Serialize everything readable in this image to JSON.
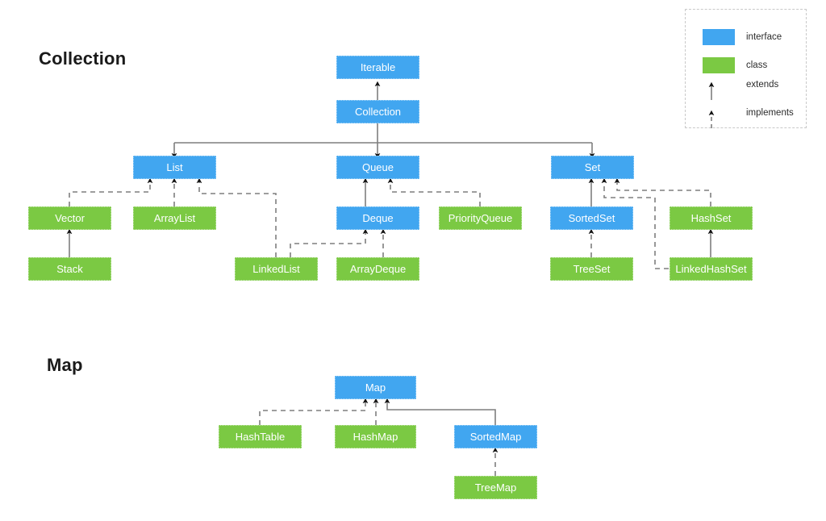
{
  "diagram": {
    "title_collection": "Collection",
    "title_map": "Map"
  },
  "legend": {
    "interface_label": "interface",
    "class_label": "class",
    "extends_label": "extends",
    "implements_label": "implements",
    "interface_color": "#41a6f0",
    "class_color": "#7bc943",
    "edge_color": "#7f7f7f"
  },
  "nodes": {
    "iterable": "Iterable",
    "collection": "Collection",
    "list": "List",
    "queue": "Queue",
    "set": "Set",
    "vector": "Vector",
    "arraylist": "ArrayList",
    "deque": "Deque",
    "priorityqueue": "PriorityQueue",
    "sortedset": "SortedSet",
    "hashset": "HashSet",
    "stack": "Stack",
    "linkedlist": "LinkedList",
    "arraydeque": "ArrayDeque",
    "treeset": "TreeSet",
    "linkedhashset": "LinkedHashSet",
    "map": "Map",
    "hashtable": "HashTable",
    "hashmap": "HashMap",
    "sortedmap": "SortedMap",
    "treemap": "TreeMap"
  },
  "relations": [
    {
      "from": "Collection",
      "to": "Iterable",
      "kind": "extends"
    },
    {
      "from": "List",
      "to": "Collection",
      "kind": "extends"
    },
    {
      "from": "Queue",
      "to": "Collection",
      "kind": "extends"
    },
    {
      "from": "Set",
      "to": "Collection",
      "kind": "extends"
    },
    {
      "from": "Vector",
      "to": "List",
      "kind": "implements"
    },
    {
      "from": "ArrayList",
      "to": "List",
      "kind": "implements"
    },
    {
      "from": "LinkedList",
      "to": "List",
      "kind": "implements"
    },
    {
      "from": "Stack",
      "to": "Vector",
      "kind": "extends"
    },
    {
      "from": "Deque",
      "to": "Queue",
      "kind": "extends"
    },
    {
      "from": "PriorityQueue",
      "to": "Queue",
      "kind": "implements"
    },
    {
      "from": "LinkedList",
      "to": "Deque",
      "kind": "implements"
    },
    {
      "from": "ArrayDeque",
      "to": "Deque",
      "kind": "implements"
    },
    {
      "from": "SortedSet",
      "to": "Set",
      "kind": "extends"
    },
    {
      "from": "HashSet",
      "to": "Set",
      "kind": "implements"
    },
    {
      "from": "LinkedHashSet",
      "to": "Set",
      "kind": "implements"
    },
    {
      "from": "TreeSet",
      "to": "SortedSet",
      "kind": "implements"
    },
    {
      "from": "LinkedHashSet",
      "to": "HashSet",
      "kind": "extends"
    },
    {
      "from": "HashTable",
      "to": "Map",
      "kind": "implements"
    },
    {
      "from": "HashMap",
      "to": "Map",
      "kind": "implements"
    },
    {
      "from": "SortedMap",
      "to": "Map",
      "kind": "extends"
    },
    {
      "from": "TreeMap",
      "to": "SortedMap",
      "kind": "implements"
    }
  ]
}
